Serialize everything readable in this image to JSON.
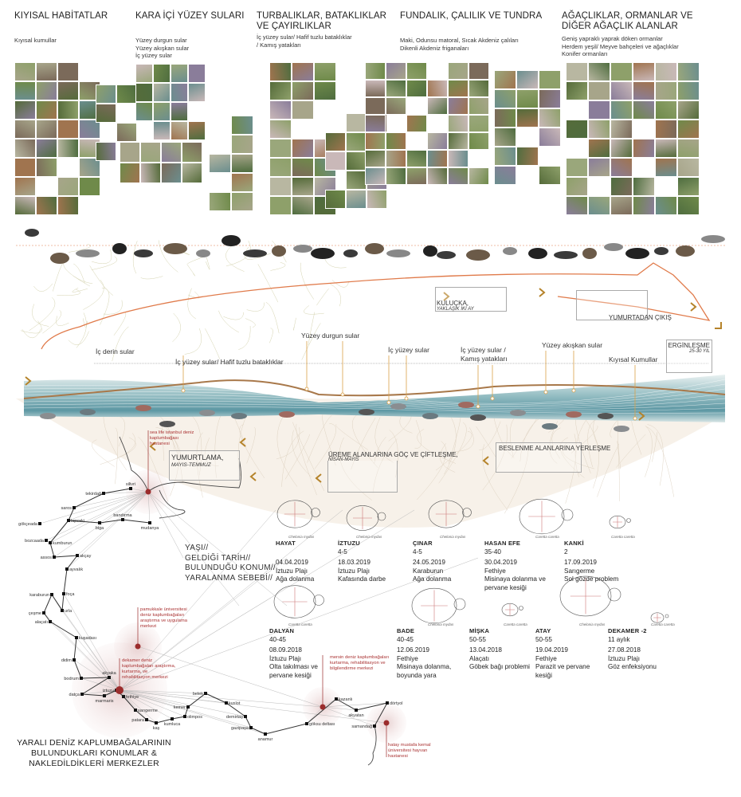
{
  "habitats": [
    {
      "title": "KIYISAL HABİTATLAR",
      "lines": [
        "Kıyısal kumullar"
      ]
    },
    {
      "title": "KARA İÇİ YÜZEY SULARI",
      "lines": [
        "Yüzey durgun sular",
        "Yüzey akışkan sular",
        "İç yüzey sular"
      ]
    },
    {
      "title": "TURBALIKLAR, BATAKLIKLAR VE ÇAYIRLIKLAR",
      "lines": [
        "İç yüzey sular/ Hafif tuzlu bataklıklar",
        "/ Kamış yatakları"
      ]
    },
    {
      "title": "FUNDALIK, ÇALILIK VE TUNDRA",
      "lines": [
        "Maki, Odunsu matoral, Sıcak Akdeniz çalıları",
        "Dikenli Akdeniz friganaları"
      ]
    },
    {
      "title": "AĞAÇLIKLAR, ORMANLAR VE DİĞER AĞAÇLIK ALANLAR",
      "lines": [
        "Geniş yapraklı  yaprak döken ormanlar",
        "Herdem yeşil/ Meyve bahçeleri ve ağaçlıklar",
        "Konifer ormanları"
      ]
    }
  ],
  "water_labels": [
    "İç derin sular",
    "İç yüzey sular/ Hafif tuzlu bataklıklar",
    "Yüzey durgun sular",
    "İç yüzey sular",
    "İç yüzey sular / Kamış yatakları",
    "Yüzey akışkan sular",
    "Kıyısal Kumullar"
  ],
  "stages": {
    "kulucka": {
      "title": "KULUÇKA,",
      "sub": "YAKLAŞIK İKİ AY"
    },
    "cikis": {
      "title": "YUMURTADAN ÇIKIŞ"
    },
    "ergin": {
      "title": "ERGİNLEŞME",
      "sub": "25-30 YIL"
    },
    "beslenme": {
      "title": "BESLENME ALANLARINA YERLEŞME"
    },
    "ureme": {
      "title": "ÜREME ALANLARINA GÖÇ VE ÇİFTLEŞME,",
      "sub": "NİSAN-MAYIS"
    },
    "yumurtlama": {
      "title": "YUMURTLAMA,",
      "sub": "MAYIS-TEMMUZ"
    }
  },
  "legend": [
    "YAŞI//",
    "GELDİĞİ TARİH//",
    "BULUNDUĞU KONUM//",
    "YARALANMA SEBEBİ//"
  ],
  "turtles": [
    {
      "name": "HAYAT",
      "age": "",
      "date": "04.04.2019",
      "place": "İztuzu Plajı",
      "cause": "Ağa dolanma",
      "species": "Chelonia mydas"
    },
    {
      "name": "İZTUZU",
      "age": "4-5",
      "date": "18.03.2019",
      "place": "İztuzu Plajı",
      "cause": "Kafasında darbe",
      "species": "Chelonia mydas"
    },
    {
      "name": "ÇINAR",
      "age": "4-5",
      "date": "24.05.2019",
      "place": "Karaburun",
      "cause": "Ağa dolanma",
      "species": "Chelonia mydas"
    },
    {
      "name": "HASAN EFE",
      "age": "35-40",
      "date": "30.04.2019",
      "place": "Fethiye",
      "cause": "Misinaya dolanma ve pervane kesiği",
      "species": "Caretta caretta"
    },
    {
      "name": "KANKİ",
      "age": "2",
      "date": "17.09.2019",
      "place": "Sarıgerme",
      "cause": "Sol gözde problem",
      "species": "Caretta caretta"
    },
    {
      "name": "DALYAN",
      "age": "40-45",
      "date": "08.09.2018",
      "place": "İztuzu Plajı",
      "cause": "Olta takılması ve pervane kesiği",
      "species": "Caretta caretta"
    },
    {
      "name": "BADE",
      "age": "40-45",
      "date": "12.06.2019",
      "place": "Fethiye",
      "cause": "Misinaya dolanma, boyunda yara",
      "species": "Chelonia mydas"
    },
    {
      "name": "MİŞKA",
      "age": "50-55",
      "date": "13.04.2018",
      "place": "Alaçatı",
      "cause": "Göbek bağı problemi",
      "species": "Caretta caretta"
    },
    {
      "name": "ATAY",
      "age": "50-55",
      "date": "19.04.2019",
      "place": "Fethiye",
      "cause": "Parazit ve pervane kesiği",
      "species": "Chelonia mydas"
    },
    {
      "name": "DEKAMER -2",
      "age": "11 aylık",
      "date": "27.08.2018",
      "place": "İztuzu Plajı",
      "cause": "Göz enfeksiyonu",
      "species": "Caretta caretta"
    }
  ],
  "centers": [
    "sea life istanbul deniz kaplumbağası hastanesi",
    "pamukkale üniversitesi deniz kaplumbağaları araştırma ve uygulama merkezi",
    "dekamer deniz kaplumbağaları araştırma, kurtarma, ve rehabilitasyon merkezi",
    "mersin deniz kaplumbağaları kurtarma, rehabilitasyon ve bilgilendirme merkezi",
    "hatay mustafa kemal üniversitesi hayvan hastanesi"
  ],
  "locations": [
    "tekirdağ",
    "silivri",
    "saros",
    "lapseki",
    "gökçeada",
    "biga",
    "bandırma",
    "mudanya",
    "bozcaada",
    "kumburun",
    "assos",
    "akçay",
    "ayvalık",
    "karaburun",
    "foça",
    "urla",
    "çeşme",
    "alaçatı",
    "kuşadası",
    "didim",
    "akyaka",
    "bodrum",
    "iztuzu",
    "datça",
    "marmaris",
    "fethiye",
    "sarıgerme",
    "patara",
    "kaş",
    "kumluca",
    "olimpos",
    "kemer",
    "belek",
    "kızılot",
    "demirtaş",
    "gazipaşa",
    "anamur",
    "göksu deltası",
    "kazanlı",
    "akyatan",
    "dörtyol",
    "samandağ"
  ],
  "map_title": [
    "YARALI DENİZ KAPLUMBAĞALARININ",
    "BULUNDUKLARI KONUMLAR &",
    "NAKLEDİLDİKLERİ MERKEZLER"
  ],
  "colors": {
    "accent": "#b5832a",
    "route": "#e07a4a",
    "center": "#9b2c2c",
    "water": "#6fa6b0"
  }
}
